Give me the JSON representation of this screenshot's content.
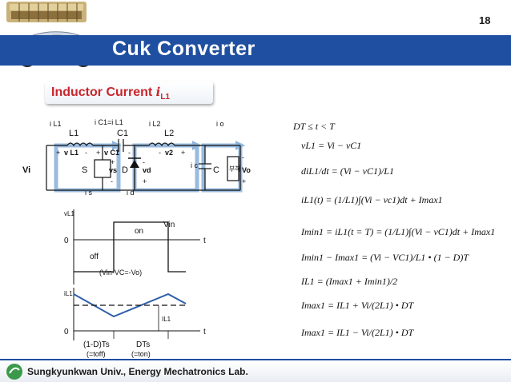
{
  "slide": {
    "page_number": "18",
    "title": "Cuk Converter",
    "subtitle_text": "Inductor Current ",
    "subtitle_var": "i",
    "subtitle_sub": "L1",
    "footer": "Sungkyunkwan Univ., Energy Mechatronics Lab.",
    "colors": {
      "title_bar": "#1f4fa0",
      "subtitle": "#c8252c",
      "circuit_arrow": "#8fb4dc"
    }
  },
  "circuit": {
    "iL1": "i L1",
    "L1": "L1",
    "iC1": "i C1=i L1",
    "C1": "C1",
    "iL2": "i L2",
    "L2": "L2",
    "io": "i o",
    "vL1_plus": "+",
    "vL1": "v L1",
    "vL1_minus": "-",
    "vC1_plus": "+",
    "vC1": "v C1",
    "vC1_minus": "-",
    "vL2_minus": "-",
    "vL2": "v2",
    "vL2_plus": "+",
    "Vi": "Vi",
    "S": "S",
    "vs": "vs",
    "D": "D",
    "vd": "vd",
    "C": "C",
    "Vo": "Vo",
    "is": "i s",
    "id": "i d",
    "ic": "i c",
    "load": "부하",
    "vs_plus": "+",
    "vs_minus": "-",
    "vd_minus": "-",
    "vd_plus": "+",
    "vo_minus": "-",
    "vo_plus": "+"
  },
  "waveforms": {
    "vL1_label": "vL1",
    "zero1": "0",
    "t1": "t",
    "vin_label": "Vin",
    "on_label": "on",
    "off_label": "off",
    "neg_label": "(Vin-VC=-Vo)",
    "iL1_label": "iL1",
    "zero2": "0",
    "t2": "t",
    "avg_label": "IL1",
    "off_time": "(1-D)Ts",
    "off_sub": "(=toff)",
    "on_time": "DTs",
    "on_sub": "(=ton)"
  },
  "equations": {
    "e1": "DT ≤ t < T",
    "e2": "vL1 = Vi − vC1",
    "e3": "diL1/dt = (Vi − vC1)/L1",
    "e4": "iL1(t) = (1/L1)∫(Vi − vc1)dt + Imax1",
    "e5": "Imin1 = iL1(t = T) = (1/L1)∫(Vi − vC1)dt + Imax1",
    "e6": "Imin1 − Imax1 = (Vi − VC1)/L1 • (1 − D)T",
    "e7": "IL1 = (Imax1 + Imin1)/2",
    "e8": "Imax1 = IL1 + Vi/(2L1) • DT",
    "e9": "Imax1 = IL1 − Vi/(2L1) • DT"
  }
}
